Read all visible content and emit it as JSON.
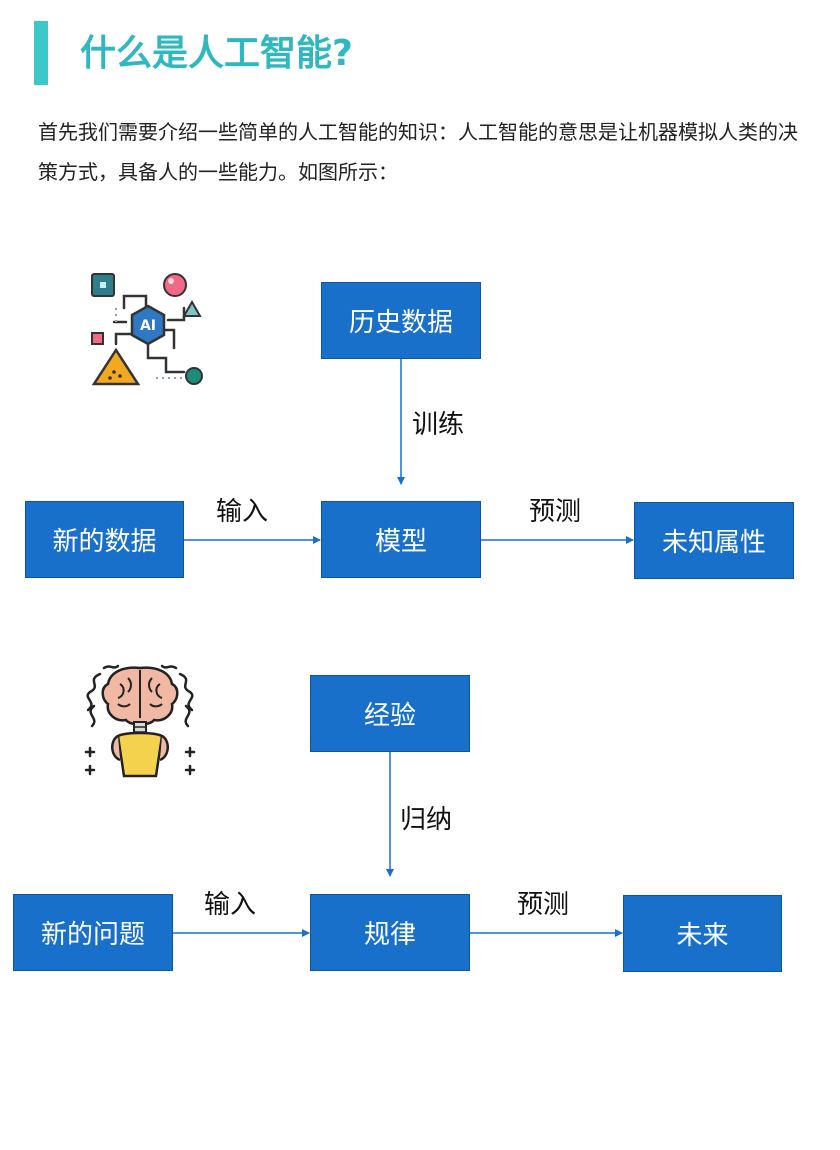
{
  "heading": {
    "title": "什么是人工智能?"
  },
  "intro": {
    "text": "首先我们需要介绍一些简单的人工智能的知识：人工智能的意思是让机器模拟人类的决策方式，具备人的一些能力。如图所示："
  },
  "diagram_ai": {
    "icon": "ai-chip-icon",
    "history": "历史数据",
    "train_label": "训练",
    "new_data": "新的数据",
    "input_label": "输入",
    "model": "模型",
    "predict_label": "预测",
    "unknown": "未知属性"
  },
  "diagram_human": {
    "icon": "brain-person-icon",
    "experience": "经验",
    "induce_label": "归纳",
    "new_problem": "新的问题",
    "input_label": "输入",
    "rule": "规律",
    "predict_label": "预测",
    "future": "未来"
  },
  "colors": {
    "accent": "#3cc7c8",
    "title": "#2fb8bf",
    "box": "#1870cb",
    "arrow": "#1870cb"
  }
}
